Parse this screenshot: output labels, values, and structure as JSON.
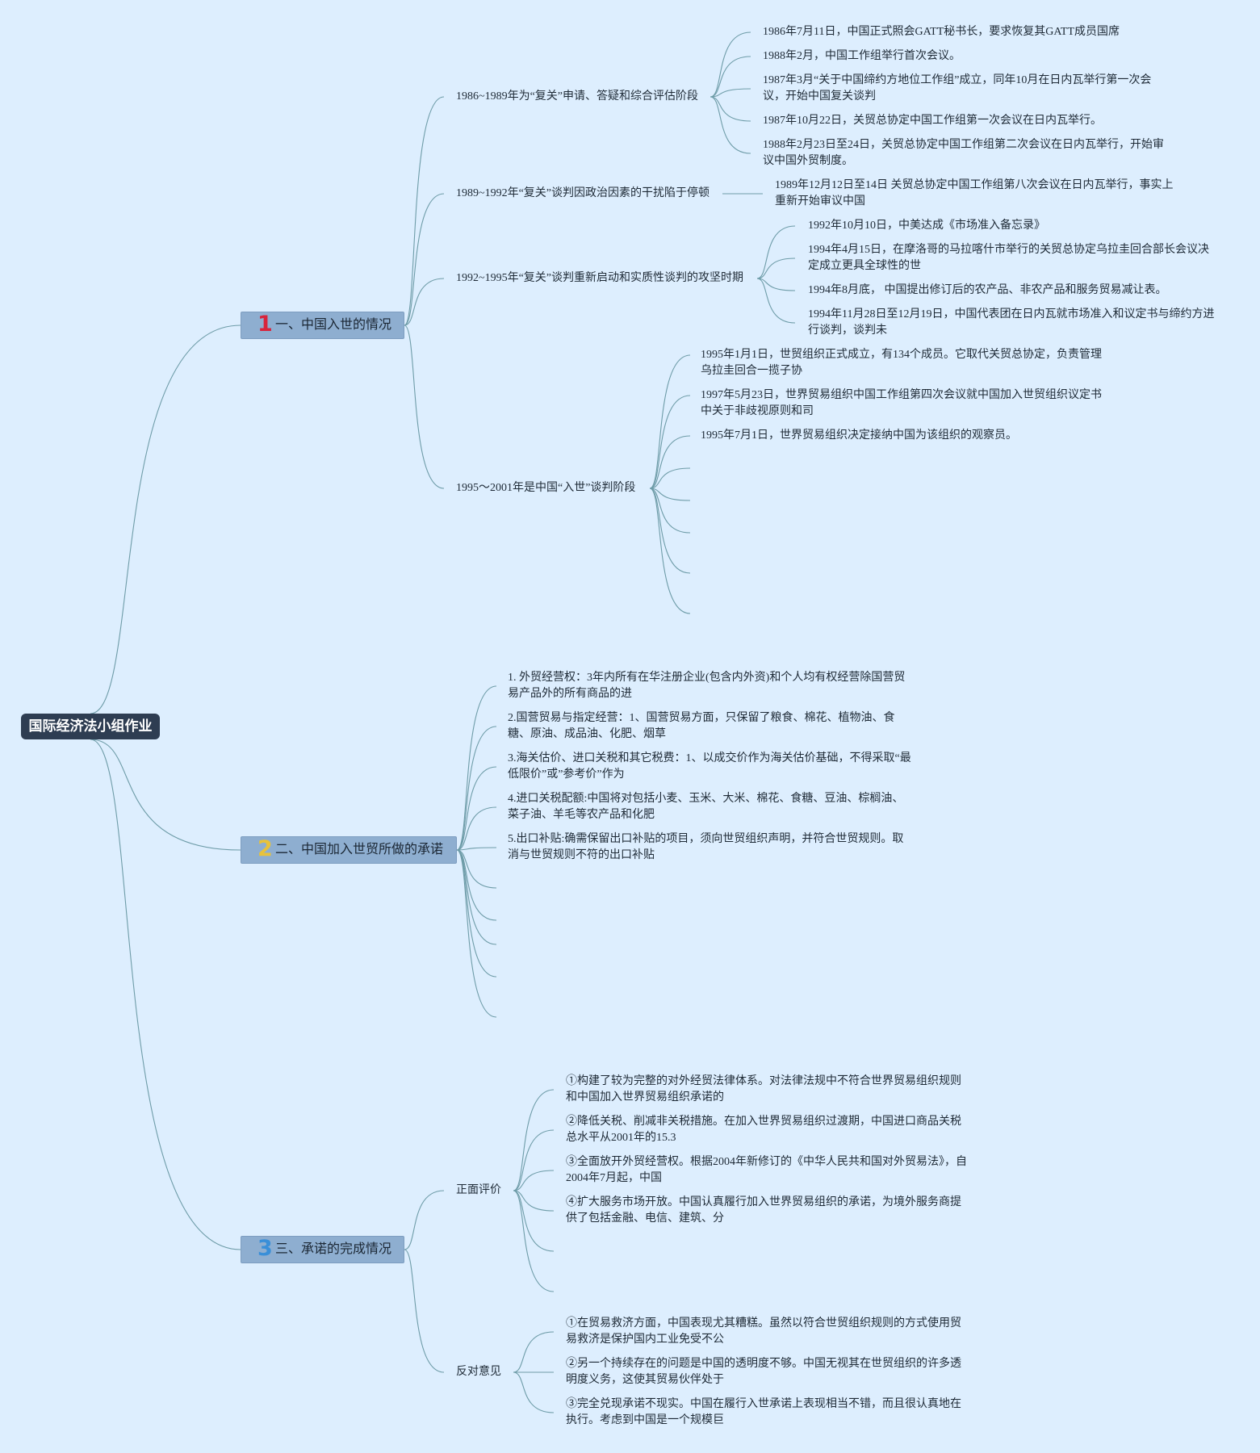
{
  "root": {
    "label": "国际经济法小组作业"
  },
  "branches": [
    {
      "num": "1",
      "num_color": "#d8243c",
      "label": "一、中国入世的情况",
      "subs": [
        {
          "label": "1986~1989年为“复关”申请、答疑和综合评估阶段",
          "leaves": [
            "1986年7月11日，中国正式照会GATT秘书长，要求恢复其GATT成员国席",
            "1988年2月，中国工作组举行首次会议。",
            "1987年3月“关于中国缔约方地位工作组”成立，同年10月在日内瓦举行第一次会议，开始中国复关谈判",
            "1987年10月22日，关贸总协定中国工作组第一次会议在日内瓦举行。",
            "1988年2月23日至24日，关贸总协定中国工作组第二次会议在日内瓦举行，开始审议中国外贸制度。"
          ]
        },
        {
          "label": "1989~1992年“复关”谈判因政治因素的干扰陷于停顿",
          "leaves": [
            "1989年12月12日至14日 关贸总协定中国工作组第八次会议在日内瓦举行，事实上重新开始审议中国"
          ]
        },
        {
          "label": "1992~1995年“复关”谈判重新启动和实质性谈判的攻坚时期",
          "leaves": [
            "1992年10月10日，中美达成《市场准入备忘录》",
            "1994年4月15日，在摩洛哥的马拉喀什市举行的关贸总协定乌拉圭回合部长会议决定成立更具全球性的世",
            "1994年8月底， 中国提出修订后的农产品、非农产品和服务贸易减让表。",
            "1994年11月28日至12月19日，中国代表团在日内瓦就市场准入和议定书与缔约方进行谈判，谈判未"
          ]
        },
        {
          "label": "1995～2001年是中国“入世”谈判阶段",
          "leaves": [
            "1995年1月1日，世贸组织正式成立，有134个成员。它取代关贸总协定，负责管理乌拉圭回合一揽子协",
            "1997年5月23日，世界贸易组织中国工作组第四次会议就中国加入世贸组织议定书中关于非歧视原则和司",
            "1995年7月1日，世界贸易组织决定接纳中国为该组织的观察员。"
          ]
        }
      ]
    },
    {
      "num": "2",
      "num_color": "#e8c23a",
      "label": "二、中国加入世贸所做的承诺",
      "leaves": [
        "1. 外贸经营权：3年内所有在华注册企业(包含内外资)和个人均有权经营除国营贸易产品外的所有商品的进",
        "2.国营贸易与指定经营：1、国营贸易方面，只保留了粮食、棉花、植物油、食糖、原油、成品油、化肥、烟草",
        "3.海关估价、进口关税和其它税费：1、以成交价作为海关估价基础，不得采取“最低限价”或”参考价”作为",
        "4.进口关税配额:中国将对包括小麦、玉米、大米、棉花、食糖、豆油、棕榈油、菜子油、羊毛等农产品和化肥",
        "5.出口补贴:确需保留出口补贴的项目，须向世贸组织声明，并符合世贸规则。取消与世贸规则不符的出口补贴"
      ]
    },
    {
      "num": "3",
      "num_color": "#3a8fd8",
      "label": "三、承诺的完成情况",
      "subs": [
        {
          "label": "正面评价",
          "leaves": [
            "①构建了较为完整的对外经贸法律体系。对法律法规中不符合世界贸易组织规则和中国加入世界贸易组织承诺的",
            "②降低关税、削减非关税措施。在加入世界贸易组织过渡期，中国进口商品关税总水平从2001年的15.3",
            "③全面放开外贸经营权。根据2004年新修订的《中华人民共和国对外贸易法》，自2004年7月起，中国",
            "④扩大服务市场开放。中国认真履行加入世界贸易组织的承诺，为境外服务商提供了包括金融、电信、建筑、分"
          ]
        },
        {
          "label": "反对意见",
          "leaves": [
            "①在贸易救济方面，中国表现尤其糟糕。虽然以符合世贸组织规则的方式使用贸易救济是保护国内工业免受不公",
            "②另一个持续存在的问题是中国的透明度不够。中国无视其在世贸组织的许多透明度义务，这使其贸易伙伴处于",
            "③完全兑现承诺不现实。中国在履行入世承诺上表现相当不错，而且很认真地在执行。考虑到中国是一个规模巨"
          ]
        }
      ]
    }
  ]
}
